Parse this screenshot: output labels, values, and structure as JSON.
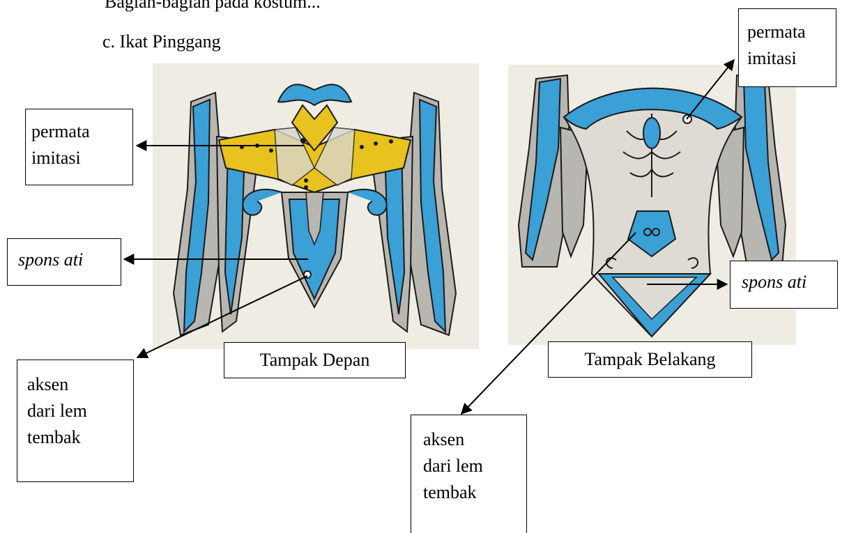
{
  "top_fragment": "Bagian-bagian pada kostum...",
  "heading": "c.  Ikat Pinggang",
  "labels": {
    "permata_front": "permata\nimitasi",
    "spons_front": "spons ati",
    "aksen_front": "aksen\ndari lem\ntembak",
    "caption_front": "Tampak Depan",
    "permata_back": "permata\nimitasi",
    "spons_back": "spons ati",
    "caption_back": "Tampak Belakang",
    "aksen_back": "aksen\ndari lem\ntembak"
  },
  "colors": {
    "paper": "#eeece3",
    "blue": "#3aa0d6",
    "gray": "#b8b6b0",
    "yellow": "#e8c21e",
    "ink": "#1a1a1a"
  }
}
